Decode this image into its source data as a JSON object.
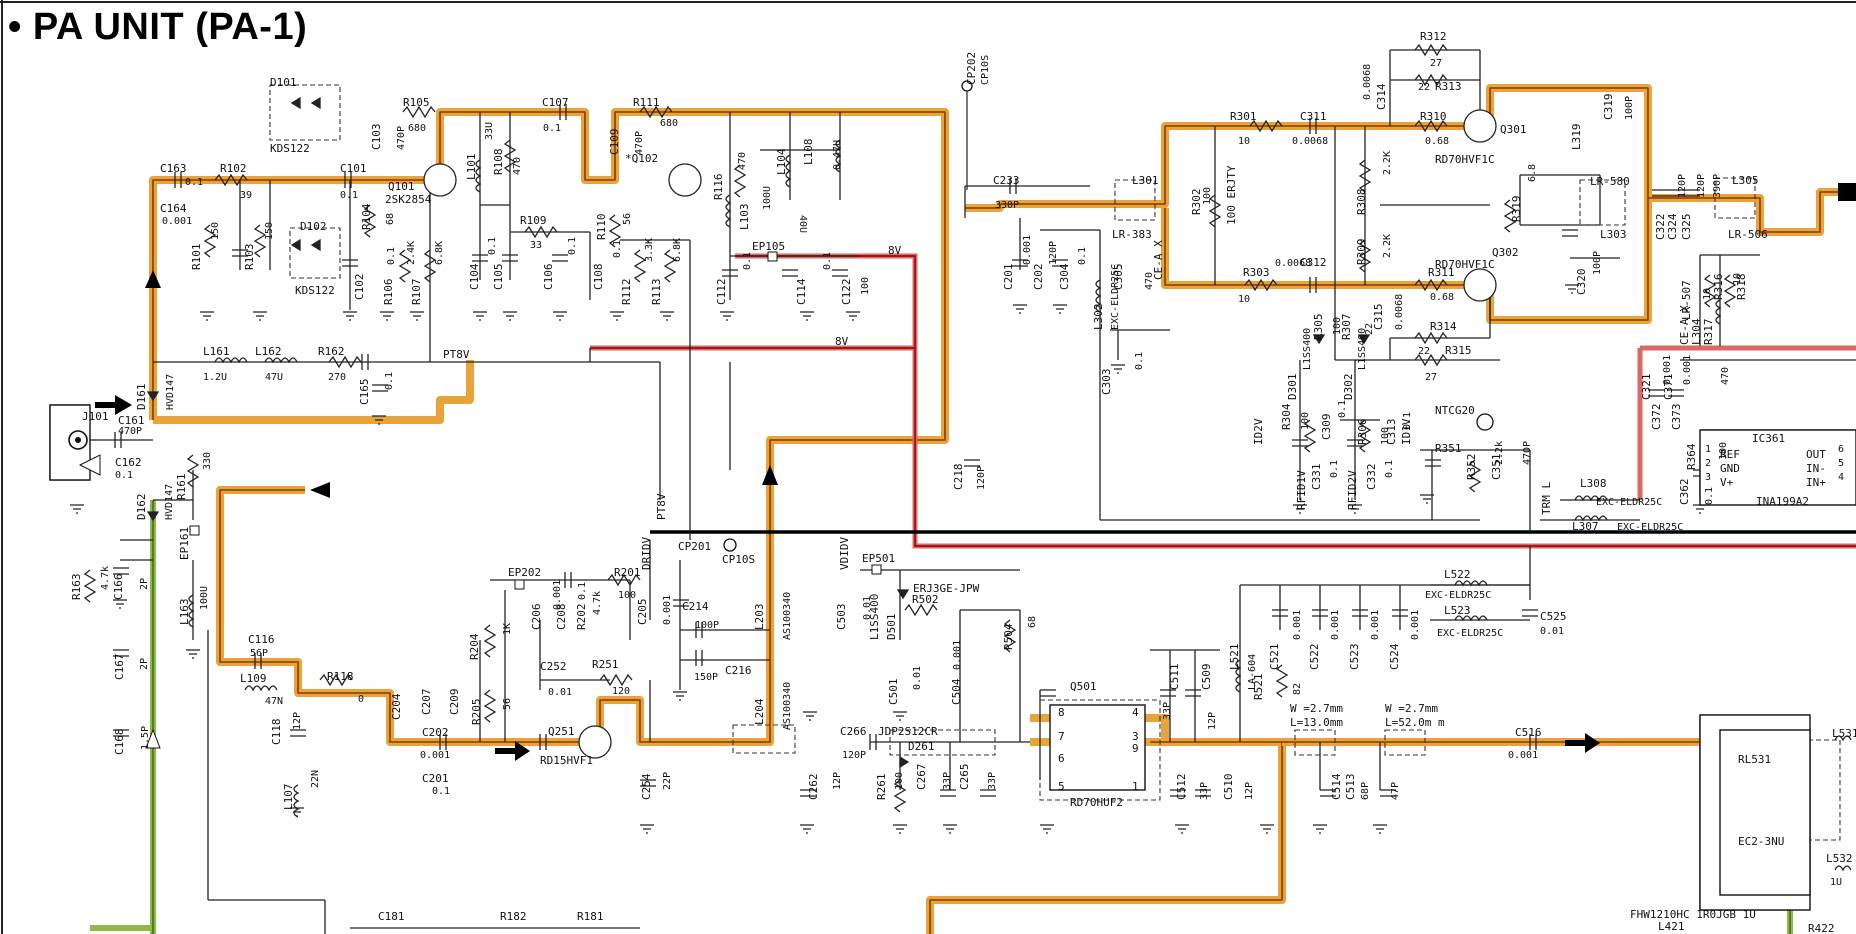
{
  "title": "• PA UNIT (PA-1)",
  "colors": {
    "tx_path": "#e8a33a",
    "rx_path": "#8fb84a",
    "power_8v": "#d66666",
    "wire": "#222222"
  },
  "labels": {
    "d101": "D101",
    "kds122a": "KDS122",
    "d102": "D102",
    "kds122b": "KDS122",
    "r105": "R105",
    "r105v": "680",
    "c103": "C103",
    "c103v": "470P",
    "c107": "C107",
    "c107v": "0.1",
    "r111": "R111",
    "r111v": "680",
    "c109": "C109",
    "c109v": "470P",
    "q102": "*Q102",
    "c163": "C163",
    "c163v": "0.1",
    "c164": "C164",
    "c164v": "0.001",
    "r102": "R102",
    "r102v": "39",
    "c101": "C101",
    "c101v": "0.1",
    "q101": "Q101",
    "q101v": "2SK2854",
    "l101": "L101",
    "l101v": "33U",
    "r108": "R108",
    "r108v": "470",
    "r109": "R109",
    "r109v": "33",
    "r110": "R110",
    "r110v": "56",
    "r116": "R116",
    "r116v": "470",
    "l103": "L103",
    "l103v": "100U",
    "l104": "L104",
    "l104v": "40U",
    "l108": "L108",
    "l108v": "0.47U",
    "r101": "R101",
    "r101v": "150",
    "r103": "R103",
    "r103v": "150",
    "r104": "R104",
    "r104v": "68",
    "c102": "C102",
    "c102v": "0.1",
    "r106": "R106",
    "r106v": "2.4K",
    "r107": "R107",
    "r107v": "6.8K",
    "c104": "C104",
    "c104v": "0.1",
    "c105": "C105",
    "c106": "C106",
    "c106v": "0.1",
    "c108": "C108",
    "c108v": "0.1",
    "r112": "R112",
    "r112v": "3.3K",
    "r113": "R113",
    "r113v": "6.8K",
    "ep105": "EP105",
    "c112": "C112",
    "c112v": "0.1",
    "c114": "C114",
    "c114v": "0.1",
    "c122": "C122",
    "c122v": "100",
    "v8a": "8V",
    "v8b": "8V",
    "l161": "L161",
    "l161v": "1.2U",
    "l162": "L162",
    "l162v": "47U",
    "r162": "R162",
    "r162v": "270",
    "c165": "C165",
    "c165v": "0.1",
    "pt8v": "PT8V",
    "pt8v2": "PT8V",
    "j101": "J101",
    "d161": "D161",
    "hvd147a": "HVD147",
    "c161": "C161",
    "c161v": "470P",
    "c162": "C162",
    "c162v": "0.1",
    "r161": "R161",
    "r161v": "330",
    "ep161": "EP161",
    "d162": "D162",
    "hvd147b": "HVD147",
    "r163": "R163",
    "r163v": "4.7k",
    "c166": "C166",
    "c166v": "2P",
    "l163": "L163",
    "l163v": "100U",
    "c167": "C167",
    "c167v": "2P",
    "c168": "C168",
    "c168v": "1.5P",
    "c116": "C116",
    "c116v": "56P",
    "l109": "L109",
    "l109v": "47N",
    "r118": "R118",
    "r118v": "0",
    "c118": "C118",
    "c118v": "12P",
    "l107": "L107",
    "l107v": "22N",
    "ep202": "EP202",
    "r201": "R201",
    "r201v": "100",
    "dridv": "DRIDV",
    "c204": "C204",
    "c207": "C207",
    "c209": "C209",
    "r204": "R204",
    "r204v": "1K",
    "r205": "R205",
    "r205v": "56",
    "c202": "C202",
    "c202v": "0.001",
    "c201": "C201",
    "c201v": "0.1",
    "c206": "C206",
    "c206v": "0.001",
    "c208": "C208",
    "c208v": "0.1",
    "r202": "R202",
    "r202v": "4.7k",
    "c205": "C205",
    "c205v": "0.001",
    "c214": "C214",
    "c214v": "100P",
    "c216": "C216",
    "c216v": "150P",
    "c252": "C252",
    "c252v": "0.01",
    "r251": "R251",
    "r251v": "120",
    "q251": "Q251",
    "q251v": "RD15HVF1",
    "c254": "C254",
    "c254v": "22P",
    "cp201": "CP201",
    "cp10s": "CP10S",
    "l203": "L203",
    "l203v": "AS100340",
    "l204": "L204",
    "l204v": "AS100340",
    "cp202": "CP202",
    "cp202v": "CP10S",
    "c233": "C233",
    "c233v": "330P",
    "c218": "C218",
    "c218v": "120P",
    "c266": "C266",
    "c266v": "120P",
    "c262": "C262",
    "c262v": "12P",
    "vdidv": "VDIDV",
    "ep501": "EP501",
    "c503": "C503",
    "c503v": "0.01",
    "d501": "D501",
    "l1ss": "L1SS400",
    "erj": "ERJ3GE-JPW",
    "r502": "R502",
    "c501": "C501",
    "c501v": "0.01",
    "c504": "C504",
    "c504v": "0.001",
    "r504": "R504",
    "r504v": "68",
    "jdp": "JDP2S12CR",
    "d261": "D261",
    "r261": "R261",
    "r261v": "100",
    "c267": "C267",
    "c267v": "33P",
    "c265": "C265",
    "c265v": "33P",
    "q501": "Q501",
    "q501v": "RD70HUF2",
    "c511": "C511",
    "c511v": "33P",
    "c509": "C509",
    "c509v": "12P",
    "c512": "C512",
    "c512v": "33P",
    "c510": "C510",
    "c510v": "12P",
    "l521": "L521",
    "l521v": "LA-604",
    "r521": "R521",
    "r521v": "82",
    "w1": "W =2.7mm",
    "w1l": "L=13.0mm",
    "w2": "W =2.7mm",
    "w2l": "L=52.0m m",
    "c516": "C516",
    "c516v": "0.001",
    "c514": "C514",
    "c514v": "68P",
    "c513": "C513",
    "c513v": "47P",
    "rl531": "RL531",
    "ec2": "EC2-3NU",
    "l531": "L531",
    "l532": "L532",
    "l532v": "1U",
    "c521": "C521",
    "c521v": "0.001",
    "c522": "C522",
    "c522v": "0.001",
    "c523": "C523",
    "c523v": "0.001",
    "c524": "C524",
    "c524v": "0.001",
    "l522": "L522",
    "l522v": "EXC-ELDR25C",
    "l523": "L523",
    "l523v": "EXC-ELDR25C",
    "c525": "C525",
    "c525v": "0.01",
    "c201b": "C201",
    "c201bv": "0.001",
    "c202b": "C202",
    "c202bv": "120P",
    "c304": "C304",
    "c304v": "0.1",
    "l301": "L301",
    "lr383": "LR-383",
    "c305": "C305",
    "c305v": "470",
    "ceax": "CE-A X",
    "l302": "L302",
    "l302v": "EXC-ELDR25C",
    "c303": "C303",
    "c303v": "0.1",
    "r301": "R301",
    "r301v": "10",
    "c311": "C311",
    "c311v": "0.0068",
    "r302": "R302",
    "r302v": "100",
    "erjty": "100 ERJTY",
    "r303": "R303",
    "r303v": "10",
    "c312": "C312",
    "c312v": "0.0068",
    "c314": "C314",
    "c314v": "0.0068",
    "r310": "R310",
    "r310v": "0.68",
    "r312": "R312",
    "r312v": "27",
    "r313": "R313",
    "r313v": "22",
    "q301": "Q301",
    "q301v": "RD70HVF1C",
    "q302": "Q302",
    "q302v": "RD70HVF1C",
    "r308": "R308",
    "r308v": "2.2K",
    "r309": "R309",
    "r309v": "2.2K",
    "r311": "R311",
    "r311v": "0.68",
    "c315": "C315",
    "c315v": "0.0068",
    "r314": "R314",
    "r314v": "22",
    "r315": "R315",
    "r315v": "27",
    "r319": "R319",
    "r319v": "6.8",
    "l319": "L319",
    "c319": "C319",
    "c319v": "100P",
    "lr580": "LR-580",
    "l303": "L303",
    "c320": "C320",
    "c320v": "100P",
    "c322": "C322",
    "c322v": "120P",
    "c324": "C324",
    "c324v": "120P",
    "c325": "C325",
    "c325v": "390P",
    "l305": "L305",
    "lr506": "LR-506",
    "lr507": "LR-507",
    "r316": "R316",
    "r316v": "10",
    "r318": "R318",
    "r318v": "10",
    "l304": "L304",
    "r317": "R317",
    "r317v": "470",
    "ceax2": "CE-A X",
    "d301": "D301",
    "d301v": "L1SS400",
    "d302": "D302",
    "d302v": "L1SS400",
    "r305": "R305",
    "r305v": "100",
    "r307": "R307",
    "r307v": "22",
    "id2v": "ID2V",
    "id1v": "ID1V",
    "r304": "R304",
    "r304v": "100",
    "r306": "R306",
    "r306v": "100",
    "c309": "C309",
    "c309v": "0.1",
    "c313": "C313",
    "c313v": "0.1",
    "c331": "C331",
    "c331v": "0.1",
    "c332": "C332",
    "c332v": "0.1",
    "rfid1v": "RFID1V",
    "rfid2v": "RFID2V",
    "ntcg20": "NTCG20",
    "r351": "R351",
    "r352": "R352",
    "r352v": "2.2k",
    "c351": "C351",
    "c351v": "470P",
    "trml": "TRM L",
    "l308": "L308",
    "l308v": "EXC-ELDR25C",
    "l307": "L307",
    "l307v": "EXC-ELDR25C",
    "c321": "C321",
    "c321v": "0.001",
    "c371": "C371",
    "c371v": "0.001",
    "c372": "C372",
    "c373": "C373",
    "ic361": "IC361",
    "ina": "INA199A2",
    "ref": "REF",
    "gnd": "GND",
    "vp": "V+",
    "out": "OUT",
    "inm": "IN-",
    "inp": "IN+",
    "p1": "1",
    "p2": "2",
    "p3": "3",
    "p4": "4",
    "p5": "5",
    "p6": "6",
    "c362": "C362",
    "c362v": "0.1",
    "r364": "R364",
    "r364v": "100",
    "c181": "C181",
    "r182": "R182",
    "r181": "R181",
    "fhw": "FHW1210HC 1R0JGB 1U",
    "l421": "L421",
    "r422": "R422",
    "q8": "8",
    "q7": "7",
    "q6": "6",
    "q5": "5",
    "q4": "4",
    "q3": "3",
    "q9": "9",
    "q1": "1"
  }
}
